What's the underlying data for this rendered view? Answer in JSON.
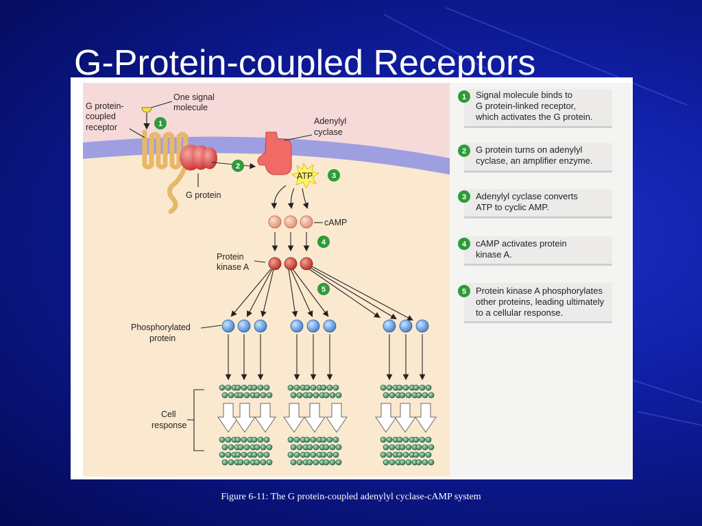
{
  "slide": {
    "title": "G-Protein-coupled Receptors",
    "caption": "Figure 6-11: The G protein-coupled adenylyl cyclase-cAMP system"
  },
  "diagram": {
    "labels": {
      "signal_molecule": [
        "One signal",
        "molecule"
      ],
      "receptor": [
        "G protein-",
        "coupled",
        "receptor"
      ],
      "adenylyl_cyclase": [
        "Adenylyl",
        "cyclase"
      ],
      "g_protein": "G protein",
      "atp": "ATP",
      "camp": "cAMP",
      "protein_kinase_a": [
        "Protein",
        "kinase A"
      ],
      "phosphorylated_protein": [
        "Phosphorylated",
        "protein"
      ],
      "cell_response": [
        "Cell",
        "response"
      ]
    },
    "steps": [
      {
        "number": "1",
        "lines": [
          "Signal molecule binds to",
          "G protein-linked receptor,",
          "which activates the G protein."
        ]
      },
      {
        "number": "2",
        "lines": [
          "G protein turns on adenylyl",
          "cyclase, an amplifier enzyme."
        ]
      },
      {
        "number": "3",
        "lines": [
          "Adenylyl cyclase converts",
          "ATP to cyclic AMP."
        ]
      },
      {
        "number": "4",
        "lines": [
          "cAMP activates protein",
          "kinase A."
        ]
      },
      {
        "number": "5",
        "lines": [
          "Protein kinase A phosphorylates",
          "other proteins, leading ultimately",
          "to a cellular response."
        ]
      }
    ],
    "colors": {
      "extracellular": "#f6dada",
      "cytoplasm": "#fbe9cf",
      "membrane": "#9d9fe0",
      "step_badge": "#2e9b3a",
      "camp": "#f1a48a",
      "pka": "#d14a3a",
      "phospho_protein": "#5b9be0",
      "response_dots": "#3f8f63"
    }
  }
}
